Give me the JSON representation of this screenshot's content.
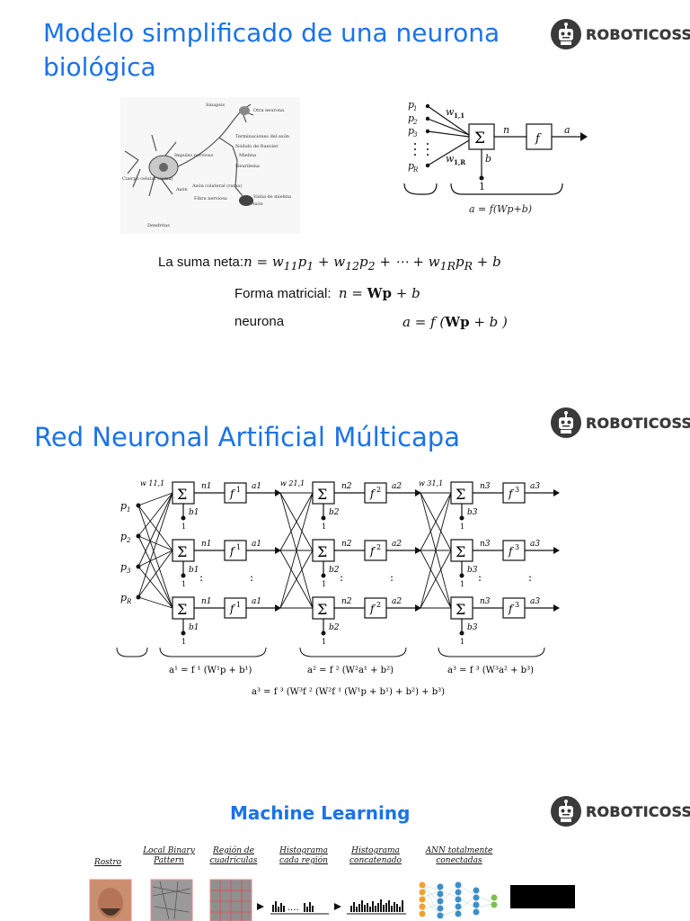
{
  "section1": {
    "title": "Modelo simplificado de una neurona biológica",
    "logo_text": "ROBOTICOSS",
    "neuron_labels": {
      "sinapsis": "Sinapsis",
      "otra": "Otra neurona",
      "term": "Terminaciones del axón",
      "ranvier": "Nódulo de Ranvier",
      "mielina": "Mielina",
      "neurilema": "Neurilema",
      "impulso": "Impulso nervioso",
      "cuerpo": "Cuerpo celular (soma)",
      "axon": "Axón",
      "colateral": "Axón colateral (rama)",
      "fibra": "Fibra nerviosa",
      "vaina": "Vaina de mielina",
      "axon2": "Axón",
      "dendritas": "Dendritas"
    },
    "eq_suma_label": "La suma neta:",
    "eq_matricial_label": "Forma matricial:",
    "eq_neurona_label": "neurona",
    "neuron_model_caption": "a = f(Wp+b)"
  },
  "section2": {
    "title": "Red Neuronal Artificial Múlticapa",
    "logo_text": "ROBOTICOSS",
    "layer1_eq": "a¹ = f ¹ (W¹p + b¹)",
    "layer2_eq": "a² = f ² (W²a¹ + b²)",
    "layer3_eq": "a³ = f ³ (W³a² + b³)",
    "full_eq": "a³ = f ³ (W³f ² (W²f ¹ (W¹p + b¹) + b²) + b³)"
  },
  "section3": {
    "title": "Machine Learning",
    "logo_text": "ROBOTICOSS",
    "pipeline_labels": [
      "Rostro",
      "Local Binary Pattern",
      "Región de cuadrículas",
      "Histograma cada región",
      "Histograma concatenado",
      "ANN totalmente conectadas"
    ]
  },
  "colors": {
    "title_blue": "#1a73e8",
    "logo_dark": "#3a3a3a"
  }
}
